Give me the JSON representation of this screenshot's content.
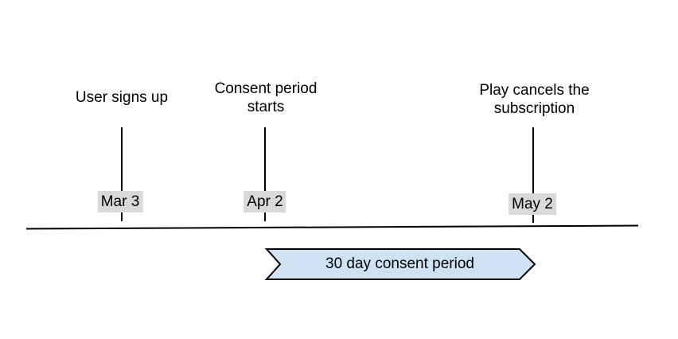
{
  "events": [
    {
      "label": "User signs up",
      "date": "Mar 3"
    },
    {
      "label": "Consent period starts",
      "date": "Apr 2"
    },
    {
      "label": "Play cancels the subscription",
      "date": "May 2"
    }
  ],
  "banner": {
    "label": "30 day consent period"
  },
  "colors": {
    "banner_fill": "#cfe2f3",
    "banner_stroke": "#000000",
    "date_chip_bg": "#d9d9d9",
    "line_color": "#000000",
    "text_color": "#000000",
    "background": "#ffffff"
  }
}
